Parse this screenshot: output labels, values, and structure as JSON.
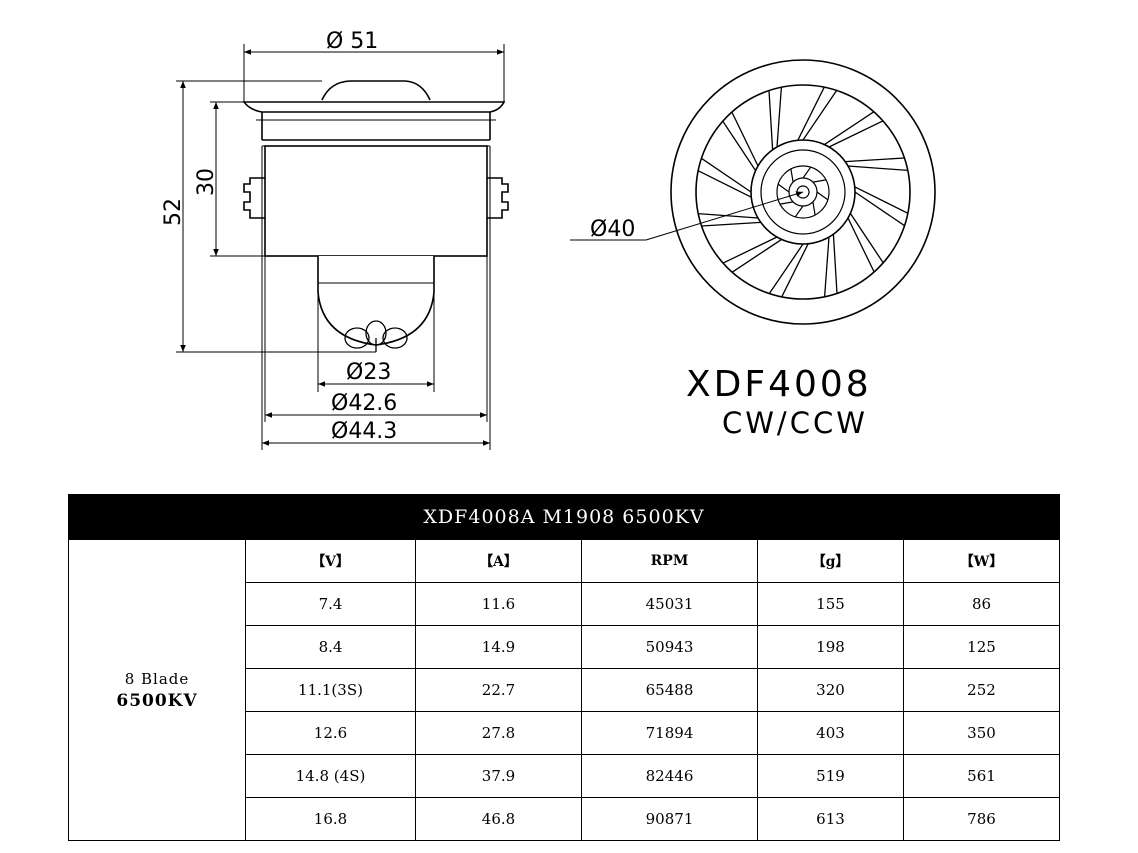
{
  "drawing": {
    "dimensions": {
      "outer_diameter": "Ø 51",
      "height_total": "52",
      "height_body": "30",
      "fan_diameter": "Ø40",
      "cone_diameter": "Ø23",
      "body_diameter_inner": "Ø42.6",
      "body_diameter_outer": "Ø44.3"
    },
    "model_name": "XDF4008",
    "rotation": "CW/CCW"
  },
  "table": {
    "title": "XDF4008A  M1908  6500KV",
    "blade_line1": "8 Blade",
    "blade_line2": "6500KV",
    "headers": [
      "【V】",
      "【A】",
      "RPM",
      "【g】",
      "【W】"
    ],
    "rows": [
      [
        "7.4",
        "11.6",
        "45031",
        "155",
        "86"
      ],
      [
        "8.4",
        "14.9",
        "50943",
        "198",
        "125"
      ],
      [
        "11.1(3S)",
        "22.7",
        "65488",
        "320",
        "252"
      ],
      [
        "12.6",
        "27.8",
        "71894",
        "403",
        "350"
      ],
      [
        "14.8 (4S)",
        "37.9",
        "82446",
        "519",
        "561"
      ],
      [
        "16.8",
        "46.8",
        "90871",
        "613",
        "786"
      ]
    ]
  }
}
